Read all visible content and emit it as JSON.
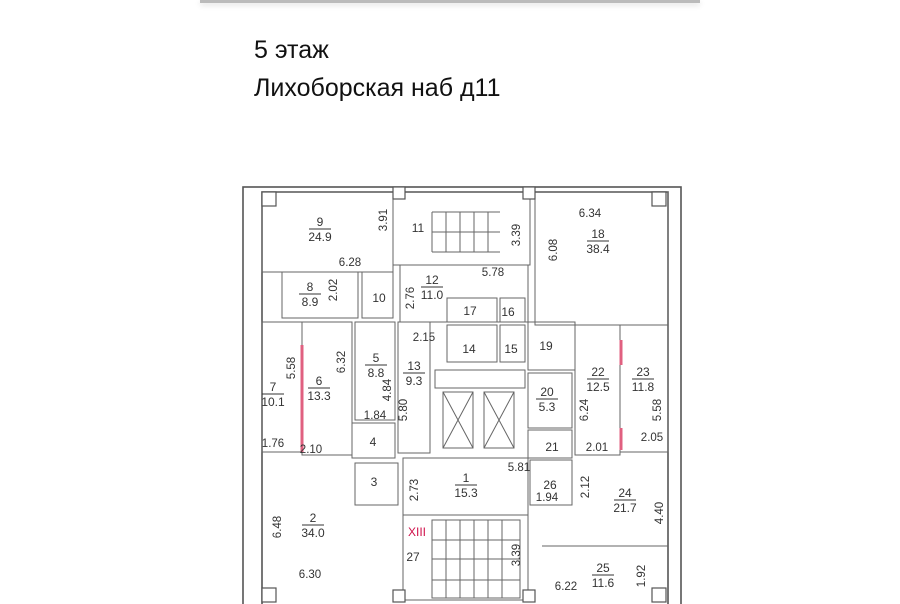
{
  "header": {
    "floor": "5 этаж",
    "address": "Лихоборская наб д11"
  },
  "rooms": [
    {
      "number": "9",
      "area": "24.9"
    },
    {
      "number": "11",
      "area": null
    },
    {
      "number": "18",
      "area": "38.4"
    },
    {
      "number": "8",
      "area": "8.9"
    },
    {
      "number": "10",
      "area": null
    },
    {
      "number": "12",
      "area": "11.0"
    },
    {
      "number": "17",
      "area": null
    },
    {
      "number": "16",
      "area": null
    },
    {
      "number": "14",
      "area": null
    },
    {
      "number": "15",
      "area": null
    },
    {
      "number": "19",
      "area": null
    },
    {
      "number": "7",
      "area": "10.1"
    },
    {
      "number": "6",
      "area": "13.3"
    },
    {
      "number": "5",
      "area": "8.8"
    },
    {
      "number": "4",
      "area": null
    },
    {
      "number": "13",
      "area": "9.3"
    },
    {
      "number": "20",
      "area": "5.3"
    },
    {
      "number": "21",
      "area": null
    },
    {
      "number": "22",
      "area": "12.5"
    },
    {
      "number": "23",
      "area": "11.8"
    },
    {
      "number": "3",
      "area": null
    },
    {
      "number": "1",
      "area": "15.3"
    },
    {
      "number": "26",
      "area": null
    },
    {
      "number": "2",
      "area": "34.0"
    },
    {
      "number": "27",
      "area": null
    },
    {
      "number": "24",
      "area": "21.7"
    },
    {
      "number": "25",
      "area": "11.6"
    }
  ],
  "dimensions": [
    "3.91",
    "6.28",
    "3.39",
    "5.78",
    "6.34",
    "6.08",
    "2.02",
    "2.76",
    "2.15",
    "5.58",
    "6.32",
    "4.84",
    "1.84",
    "5.80",
    "1.76",
    "2.10",
    "5.81",
    "6.24",
    "5.58",
    "2.05",
    "2.01",
    "2.73",
    "1.94",
    "2.12",
    "4.40",
    "6.48",
    "3.39",
    "6.30",
    "6.22",
    "1.92"
  ],
  "stair_marker": "XIII"
}
